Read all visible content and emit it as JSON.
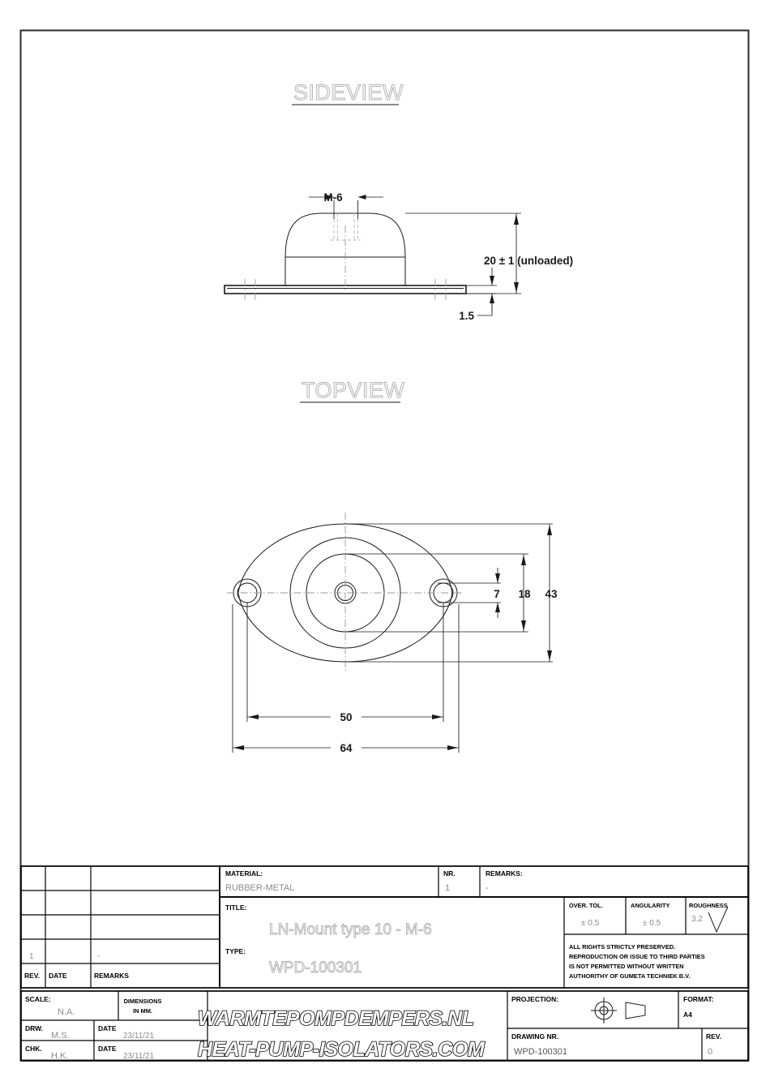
{
  "drawing": {
    "views": [
      {
        "name": "sideview",
        "label": "SIDEVIEW"
      },
      {
        "name": "topview",
        "label": "TOPVIEW"
      }
    ],
    "dimensions": {
      "thread": "M-6",
      "height_unloaded": "20 ± 1 (unloaded)",
      "plate_thickness": "1.5",
      "hole_dia": "7",
      "inner_width": "18",
      "flange_height": "43",
      "hole_spacing": "50",
      "overall_length": "64"
    }
  },
  "titleblock": {
    "revision_table": {
      "headers": {
        "rev": "REV.",
        "date": "DATE",
        "remarks": "REMARKS"
      },
      "rows": [
        {
          "rev": "",
          "date": "",
          "remarks": ""
        },
        {
          "rev": "",
          "date": "",
          "remarks": ""
        },
        {
          "rev": "",
          "date": "",
          "remarks": ""
        },
        {
          "rev": "1",
          "date": "",
          "remarks": "-"
        }
      ]
    },
    "material": {
      "label": "MATERIAL:",
      "value": "RUBBER-METAL"
    },
    "nr": {
      "label": "NR.",
      "value": "1"
    },
    "remarks": {
      "label": "REMARKS:",
      "value": "-"
    },
    "title": {
      "label": "TITLE:",
      "value": "LN-Mount type 10 - M-6"
    },
    "type": {
      "label": "TYPE:",
      "value": "WPD-100301"
    },
    "over_tol": {
      "label": "OVER. TOL.",
      "value": "± 0.5"
    },
    "angularity": {
      "label": "ANGULARITY",
      "value": "± 0.5"
    },
    "roughness": {
      "label": "ROUGHNESS",
      "value": "3.2"
    },
    "rights": {
      "line1": "ALL RIGHTS STRICTLY PRESERVED.",
      "line2": "REPRODUCTION OR ISSUE TO THIRD PARTIES",
      "line3": "IS NOT PERMITTED WITHOUT WRITTEN",
      "line4": "AUTHORITHY OF GUMETA TECHNIEK B.V."
    },
    "scale": {
      "label": "SCALE:",
      "value": "N.A."
    },
    "dimensions_unit": {
      "line1": "DIMENSIONS",
      "line2": "IN MM."
    },
    "drw": {
      "label": "DRW.",
      "value": "M.S."
    },
    "drw_date": {
      "label": "DATE",
      "value": "23/11/21"
    },
    "chk": {
      "label": "CHK.",
      "value": "H.K."
    },
    "chk_date": {
      "label": "DATE",
      "value": "23/11/21"
    },
    "brand": {
      "line1": "WARMTEPOMPDEMPERS.NL",
      "line2": "HEAT-PUMP-ISOLATORS.COM"
    },
    "projection": {
      "label": "PROJECTION:"
    },
    "format": {
      "label": "FORMAT:",
      "value": "A4"
    },
    "drawing_nr": {
      "label": "DRAWING NR.",
      "value": "WPD-100301"
    },
    "rev": {
      "label": "REV.",
      "value": "0"
    }
  }
}
